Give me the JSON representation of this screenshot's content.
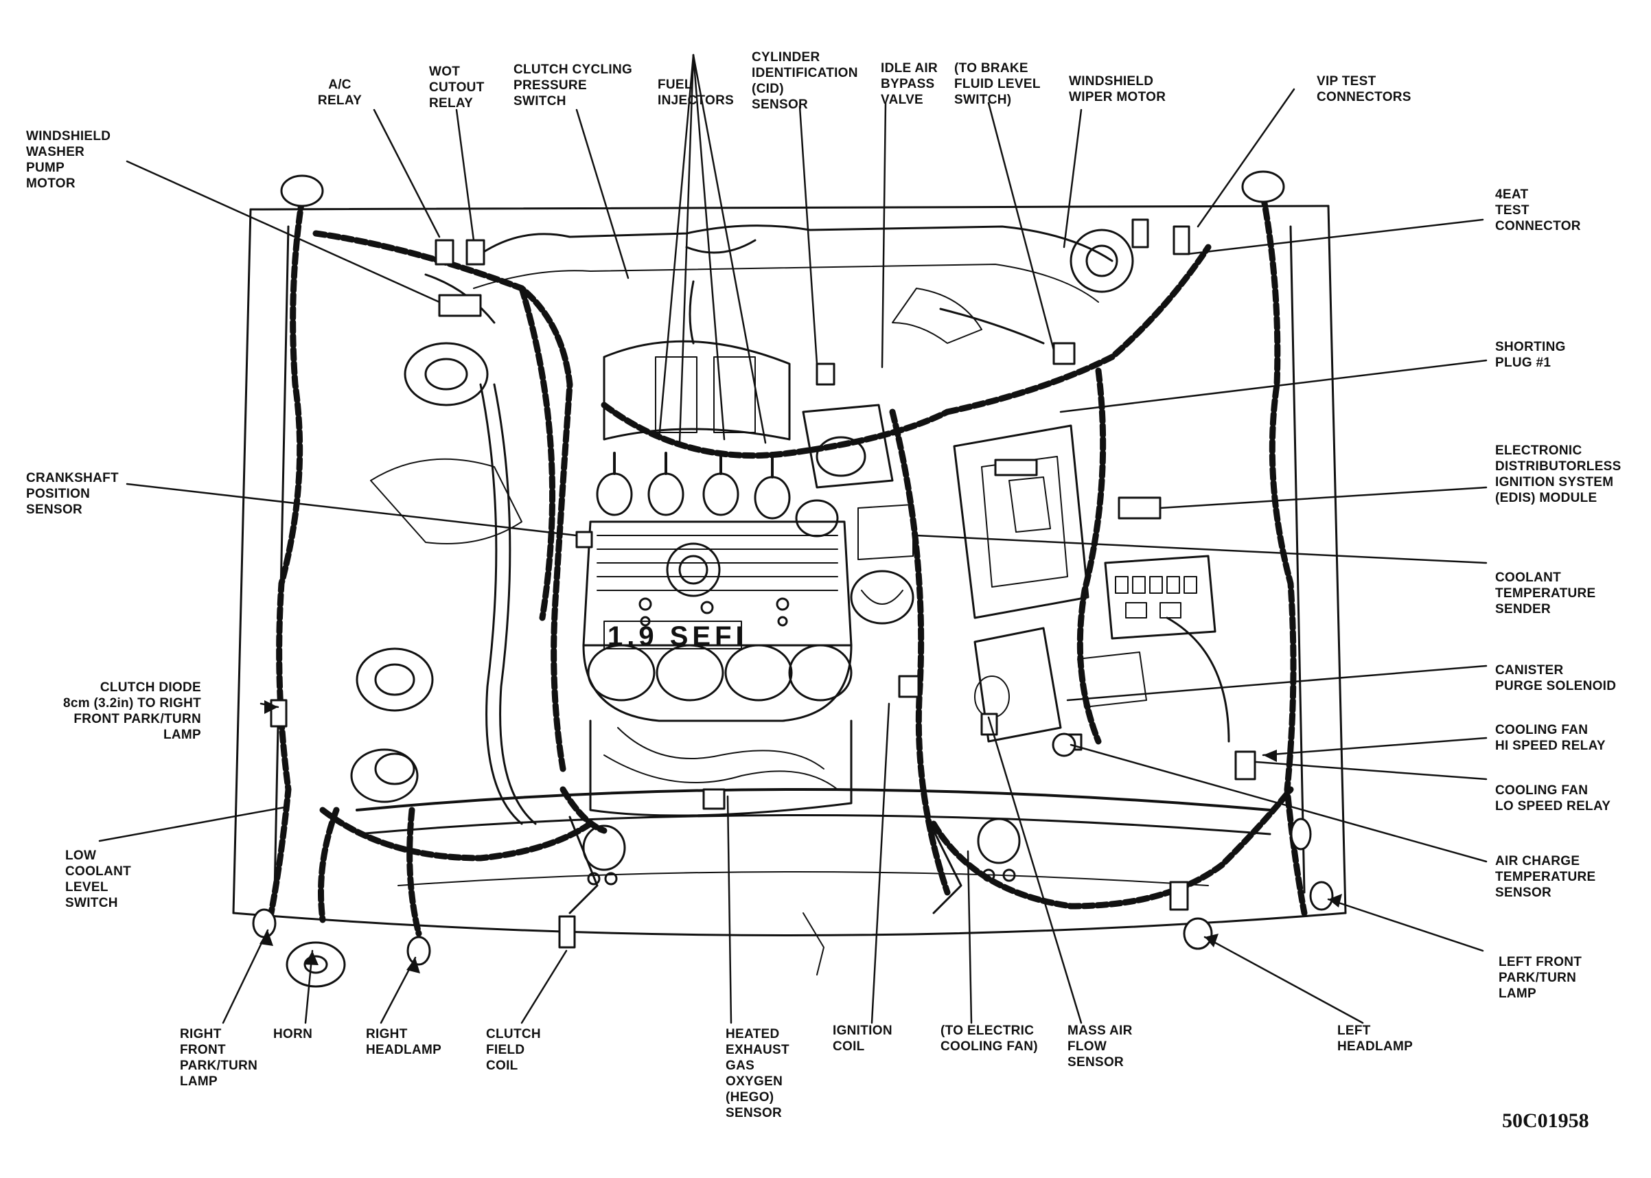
{
  "labels": {
    "ac_relay": "A/C\nRELAY",
    "wot_cutout_relay": "WOT\nCUTOUT\nRELAY",
    "clutch_cycling_pressure_switch": "CLUTCH CYCLING\nPRESSURE\nSWITCH",
    "fuel_injectors": "FUEL\nINJECTORS",
    "cid_sensor": "CYLINDER\nIDENTIFICATION\n(CID)\nSENSOR",
    "idle_air_bypass_valve": "IDLE AIR\nBYPASS\nVALVE",
    "brake_fluid_switch": "(TO BRAKE\nFLUID LEVEL\nSWITCH)",
    "windshield_wiper_motor": "WINDSHIELD\nWIPER MOTOR",
    "vip_test_connectors": "VIP TEST\nCONNECTORS",
    "windshield_washer_pump_motor": "WINDSHIELD\nWASHER\nPUMP\nMOTOR",
    "test_connector_4eat": "4EAT\nTEST\nCONNECTOR",
    "shorting_plug": "SHORTING\nPLUG #1",
    "edis_module": "ELECTRONIC\nDISTRIBUTORLESS\nIGNITION SYSTEM\n(EDIS) MODULE",
    "crankshaft_position_sensor": "CRANKSHAFT\nPOSITION\nSENSOR",
    "coolant_temperature_sender": "COOLANT\nTEMPERATURE\nSENDER",
    "canister_purge_solenoid": "CANISTER\nPURGE SOLENOID",
    "clutch_diode": "CLUTCH DIODE\n8cm (3.2in) TO RIGHT\nFRONT PARK/TURN\nLAMP",
    "cooling_fan_hi": "COOLING FAN\nHI SPEED RELAY",
    "cooling_fan_lo": "COOLING FAN\nLO SPEED RELAY",
    "air_charge_temperature_sensor": "AIR CHARGE\nTEMPERATURE\nSENSOR",
    "low_coolant_level_switch": "LOW\nCOOLANT\nLEVEL\nSWITCH",
    "left_front_park_turn_lamp": "LEFT FRONT\nPARK/TURN\nLAMP",
    "right_front_park_turn_lamp": "RIGHT\nFRONT\nPARK/TURN\nLAMP",
    "horn": "HORN",
    "right_headlamp": "RIGHT\nHEADLAMP",
    "clutch_field_coil": "CLUTCH\nFIELD\nCOIL",
    "hego_sensor": "HEATED\nEXHAUST\nGAS\nOXYGEN\n(HEGO)\nSENSOR",
    "ignition_coil": "IGNITION\nCOIL",
    "electric_cooling_fan": "(TO ELECTRIC\nCOOLING FAN)",
    "mass_air_flow_sensor": "MASS AIR\nFLOW\nSENSOR",
    "left_headlamp": "LEFT\nHEADLAMP"
  },
  "engine_stamp": "1.9 SEFI",
  "drawing_code": "50C01958"
}
